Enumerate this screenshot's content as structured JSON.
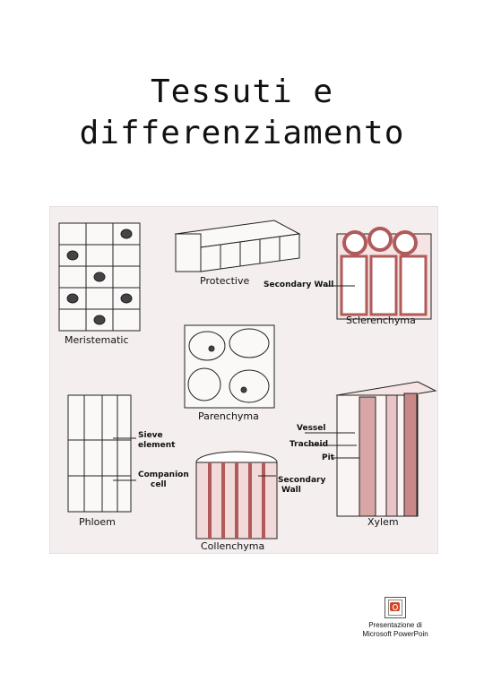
{
  "page": {
    "title_line1": "Tessuti e",
    "title_line2": "differenziamento"
  },
  "figure": {
    "labels": {
      "protective": "Protective",
      "secondary_wall_top": "Secondary Wall",
      "sclerenchyma": "Sclerenchyma",
      "meristematic": "Meristematic",
      "parenchyma": "Parenchyma",
      "sieve_element_1": "Sieve",
      "sieve_element_2": "element",
      "companion_cell_1": "Companion",
      "companion_cell_2": "cell",
      "phloem": "Phloem",
      "secondary_wall_bottom_1": "Secondary",
      "secondary_wall_bottom_2": "Wall",
      "collenchyma": "Collenchyma",
      "vessel": "Vessel",
      "tracheid": "Tracheid",
      "pit": "Pit",
      "xylem": "Xylem"
    }
  },
  "embedded_object": {
    "icon": "powerpoint-icon",
    "caption_line1": "Presentazione di",
    "caption_line2": "Microsoft PowerPoin"
  },
  "colors": {
    "tissue_red": "#b05a5a",
    "tissue_pink": "#e8c4c4",
    "background": "#f4eeee"
  }
}
